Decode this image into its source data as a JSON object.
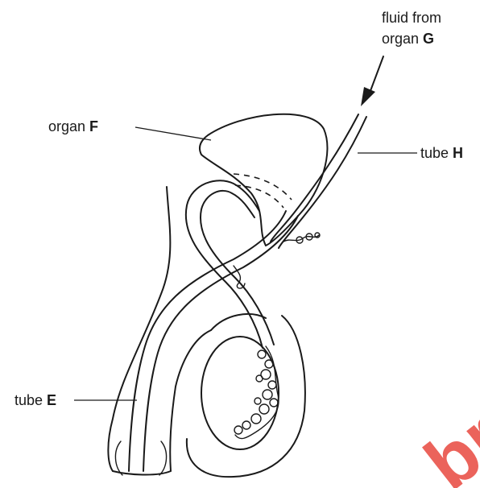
{
  "labels": {
    "fluid_line1": "fluid from",
    "fluid_line2_prefix": "organ ",
    "fluid_line2_letter": "G",
    "organ_f_prefix": "organ ",
    "organ_f_letter": "F",
    "tube_h_prefix": "tube ",
    "tube_h_letter": "H",
    "tube_e_prefix": "tube ",
    "tube_e_letter": "E"
  },
  "watermark": "br",
  "colors": {
    "line": "#1a1a1a",
    "watermark": "#e8483f"
  }
}
